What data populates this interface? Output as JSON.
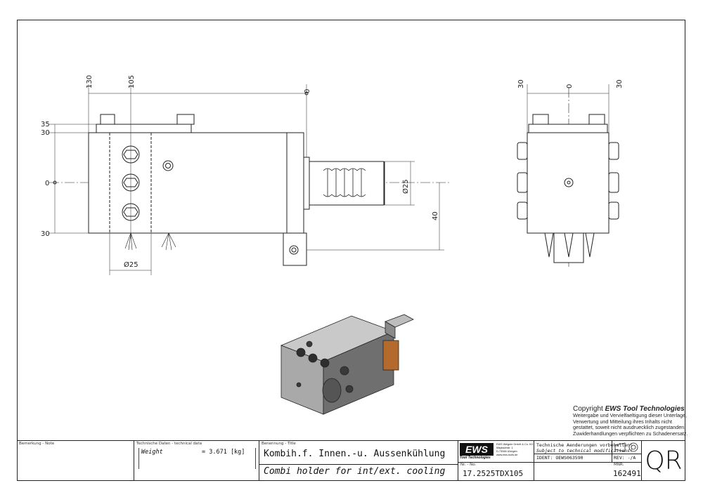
{
  "dimensions": {
    "top_130": "130",
    "top_105": "105",
    "top_0": "0",
    "left_35": "35",
    "left_30_top": "30",
    "left_0": "0",
    "left_30_bottom": "30",
    "dia_25_bottom": "Ø25",
    "dia_25_shank": "Ø25",
    "right_40": "40",
    "side_30_left": "30",
    "side_0": "0",
    "side_30_right": "30"
  },
  "copyright": {
    "prefix": "Copyright ",
    "brand": "EWS Tool Technologies",
    "lines": [
      "Weitergabe und Vervielfaeltigung dieser Unterlage,",
      "Verwertung und Mitteilung ihres Inhalts nicht",
      "gestattet, soweit nicht ausdruecklich zugestanden.",
      "Zuwiderhandlungen verpflichten zu Schadenersatz."
    ]
  },
  "title_block": {
    "remark_label": "Bemerkung - Note",
    "tech_label": "Technische Daten - technical data",
    "weight_label": "Weight",
    "weight_value": "= 3.671 [kg]",
    "title_label": "Benennung - Title",
    "title_de": "Kombih.f. Innen.-u. Aussenkühlung",
    "title_en": "Combi holder for int/ext. cooling",
    "logo_text": "EWS",
    "logo_sub": "Tool Technologies",
    "company_lines": [
      "EWS Weigele GmbH & Co. KG",
      "Maybachstr. 1",
      "D-73066 Uhingen",
      "www.ews-tools.de"
    ],
    "nr_label": "Nr. - No.",
    "part_number": "17.2525TDX105",
    "notice_de": "Technische Aenderungen vorbehalten!",
    "notice_en": "Subject to technical modifications!",
    "ident": "IDENT: OEWS063590",
    "rev": "REV: -/A",
    "mnr_label": "MNR:",
    "mnr": "162491",
    "qr": "QR"
  }
}
